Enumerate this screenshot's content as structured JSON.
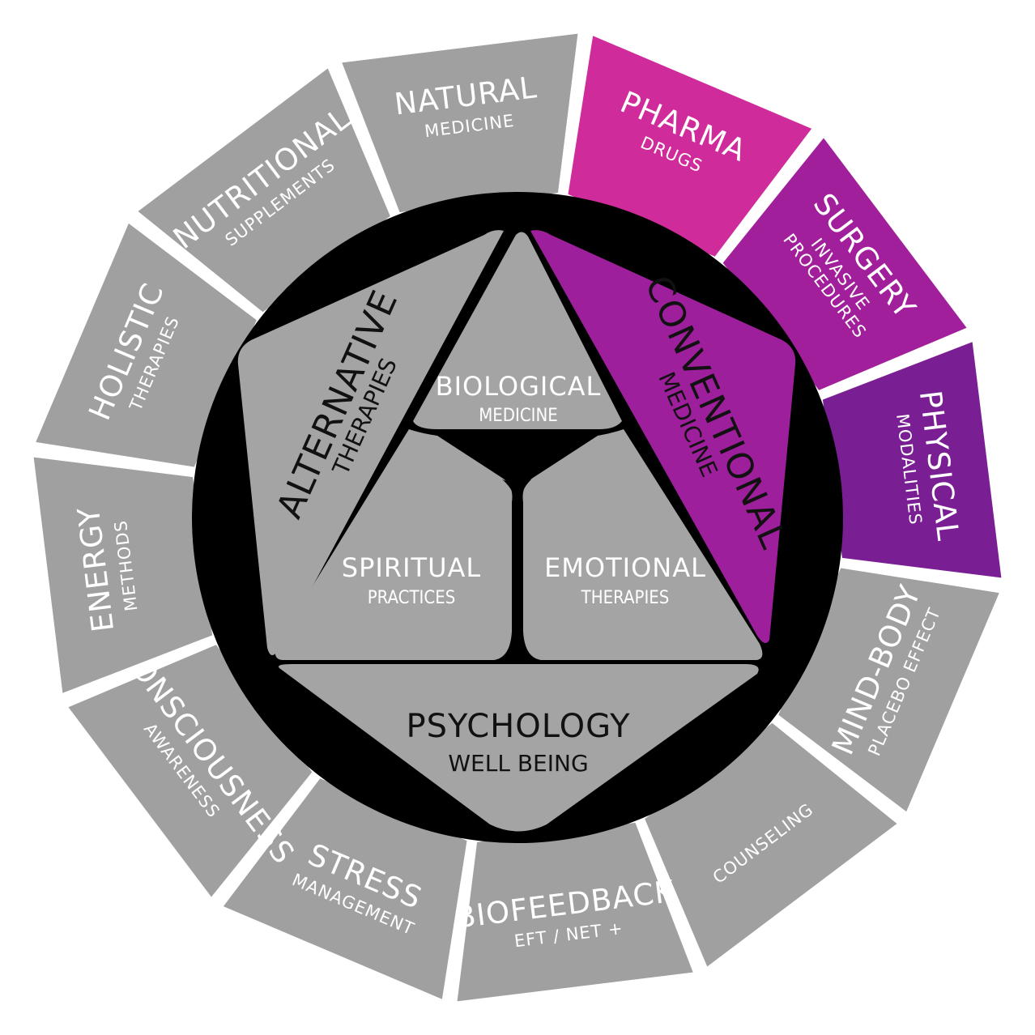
{
  "colors": {
    "segment_gray": "#a0a0a0",
    "pharma": "#d02b9a",
    "surgery": "#a21f9b",
    "physical": "#7a1e94",
    "conventional": "#9e1f9b",
    "core_black": "#000000",
    "inner_gray": "#a4a4a4"
  },
  "outer_ring": [
    {
      "title": "NATURAL",
      "subtitle": "MEDICINE"
    },
    {
      "title": "PHARMA",
      "subtitle": "DRUGS"
    },
    {
      "title": "SURGERY",
      "subtitle": "INVASIVE",
      "subtitle2": "PROCEDURES"
    },
    {
      "title": "PHYSICAL",
      "subtitle": "MODALITIES"
    },
    {
      "title": "MIND-BODY",
      "subtitle": "PLACEBO EFFECT"
    },
    {
      "title": "COUNSELING"
    },
    {
      "title": "BIOFEEDBACK",
      "subtitle": "EFT / NET +"
    },
    {
      "title": "STRESS",
      "subtitle": "MANAGEMENT"
    },
    {
      "title": "CONSCIOUSNESS",
      "subtitle": "AWARENESS"
    },
    {
      "title": "ENERGY",
      "subtitle": "METHODS"
    },
    {
      "title": "HOLISTIC",
      "subtitle": "THERAPIES"
    },
    {
      "title": "NUTRITIONAL",
      "subtitle": "SUPPLEMENTS"
    }
  ],
  "inner": {
    "biological": {
      "title": "BIOLOGICAL",
      "subtitle": "MEDICINE"
    },
    "spiritual": {
      "title": "SPIRITUAL",
      "subtitle": "PRACTICES"
    },
    "emotional": {
      "title": "EMOTIONAL",
      "subtitle": "THERAPIES"
    },
    "alternative": {
      "title": "ALTERNATIVE",
      "subtitle": "THERAPIES"
    },
    "conventional": {
      "title": "CONVENTIONAL",
      "subtitle": "MEDICINE"
    },
    "psychology": {
      "title": "PSYCHOLOGY",
      "subtitle": "WELL BEING"
    }
  }
}
